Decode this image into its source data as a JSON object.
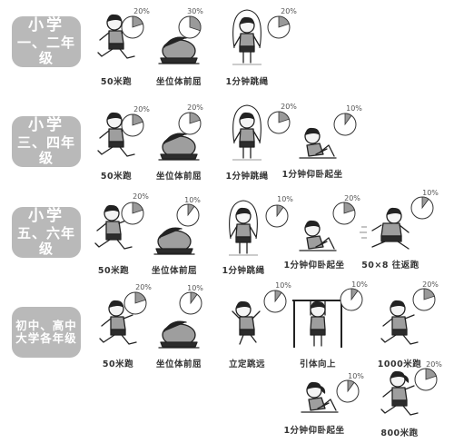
{
  "colors": {
    "badge": "#b9b9b9",
    "slice": "#9a9a9a",
    "hair": "#222222",
    "shirt": "#9e9e9e",
    "shorts": "#2c2c2c",
    "skin": "#f4f4f4"
  },
  "groups": [
    {
      "line1": "小学",
      "line2": "一、二年级"
    },
    {
      "line1": "小学",
      "line2": "三、四年级"
    },
    {
      "line1": "小学",
      "line2": "五、六年级"
    },
    {
      "line1": "初中、高中",
      "line2": "大学各年级"
    }
  ],
  "rows": [
    [
      {
        "label": "50米跑",
        "percent": "20%",
        "value": 20,
        "pose": "run-icon"
      },
      {
        "label": "坐位体前屈",
        "percent": "30%",
        "value": 30,
        "pose": "sit-reach-icon"
      },
      {
        "label": "1分钟跳绳",
        "percent": "20%",
        "value": 20,
        "pose": "jump-rope-icon"
      }
    ],
    [
      {
        "label": "50米跑",
        "percent": "20%",
        "value": 20,
        "pose": "run-icon"
      },
      {
        "label": "坐位体前屈",
        "percent": "20%",
        "value": 20,
        "pose": "sit-reach-icon"
      },
      {
        "label": "1分钟跳绳",
        "percent": "20%",
        "value": 20,
        "pose": "jump-rope-icon"
      },
      {
        "label": "1分钟仰卧起坐",
        "percent": "10%",
        "value": 10,
        "pose": "sit-up-icon"
      }
    ],
    [
      {
        "label": "50米跑",
        "percent": "20%",
        "value": 20,
        "pose": "run-icon"
      },
      {
        "label": "坐位体前屈",
        "percent": "10%",
        "value": 10,
        "pose": "sit-reach-icon"
      },
      {
        "label": "1分钟跳绳",
        "percent": "10%",
        "value": 10,
        "pose": "jump-rope-icon"
      },
      {
        "label": "1分钟仰卧起坐",
        "percent": "20%",
        "value": 20,
        "pose": "sit-up-icon"
      },
      {
        "label": "50×8 往返跑",
        "percent": "10%",
        "value": 10,
        "pose": "shuttle-run-icon"
      }
    ],
    [
      {
        "label": "50米跑",
        "percent": "20%",
        "value": 20,
        "pose": "run-icon"
      },
      {
        "label": "坐位体前屈",
        "percent": "10%",
        "value": 10,
        "pose": "sit-reach-icon"
      },
      {
        "label": "立定跳远",
        "percent": "10%",
        "value": 10,
        "pose": "long-jump-icon"
      },
      {
        "label": "引体向上",
        "percent": "10%",
        "value": 10,
        "pose": "pull-up-icon"
      },
      {
        "label": "1000米跑",
        "percent": "20%",
        "value": 20,
        "pose": "run-icon"
      }
    ],
    [
      {
        "label": "1分钟仰卧起坐",
        "percent": "10%",
        "value": 10,
        "pose": "girl-sit-up-icon"
      },
      {
        "label": "800米跑",
        "percent": "20%",
        "value": 20,
        "pose": "girl-run-icon"
      }
    ]
  ]
}
